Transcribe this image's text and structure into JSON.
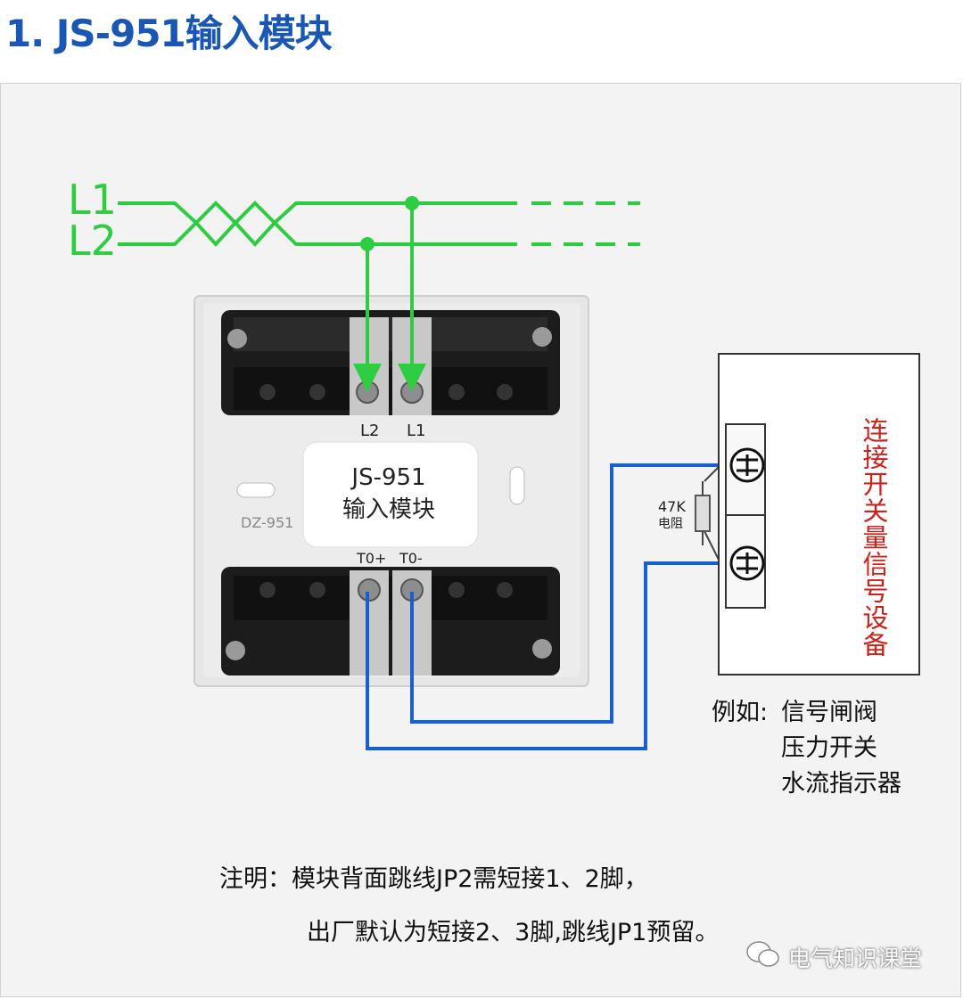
{
  "title": "1. JS-951输入模块",
  "bus_labels": {
    "l1": "L1",
    "l2": "L2"
  },
  "module": {
    "name": "JS-951",
    "subtitle": "输入模块",
    "model_mark": "DZ-951",
    "terminal_top_left": "L2",
    "terminal_top_right": "L1",
    "terminal_bottom_left": "T0+",
    "terminal_bottom_right": "T0-"
  },
  "resistor": {
    "value": "47K",
    "label": "电阻"
  },
  "device": {
    "label": "连接开关量信号设备"
  },
  "examples": {
    "prefix": "例如:",
    "items": [
      "信号闸阀",
      "压力开关",
      "水流指示器"
    ]
  },
  "note": {
    "line1": "注明：模块背面跳线JP2需短接1、2脚，",
    "line2": "出厂默认为短接2、3脚,跳线JP1预留。"
  },
  "watermark": "电气知识课堂",
  "colors": {
    "title": "#1a57b5",
    "bus": "#2ecc40",
    "signal": "#1a5fd0",
    "device_text": "#d0201a"
  }
}
